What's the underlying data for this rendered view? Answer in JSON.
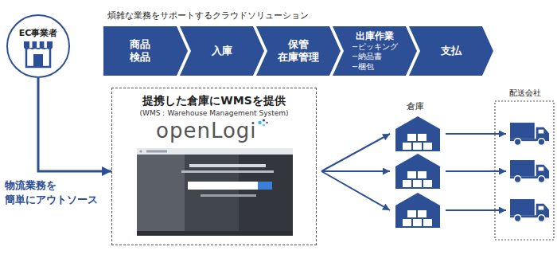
{
  "diagram": {
    "title": "煩雑な業務をサポートするクラウドソリューション",
    "nodes": [
      {
        "text": [
          "EC事業者"
        ]
      },
      {
        "text": [
          "商品 検品"
        ]
      },
      {
        "text": [
          "入庫"
        ]
      },
      {
        "text": [
          "保管 在庫管理"
        ]
      },
      {
        "text": [
          "出庫作業",
          "−ピッキング",
          "−納品書",
          "−梱包"
        ]
      },
      {
        "text": [
          "支払"
        ]
      },
      {
        "text": [
          "提携した倉庫にWMSを提供",
          "(WMS：Warehouse Management System)"
        ]
      }
    ],
    "edges": [
      {
        "from": 0,
        "to": 6,
        "arrow": "to",
        "label": "物流業務を 簡単にアウトソース"
      }
    ],
    "labels": [
      "openLogi",
      "倉庫",
      "配送会社"
    ]
  }
}
